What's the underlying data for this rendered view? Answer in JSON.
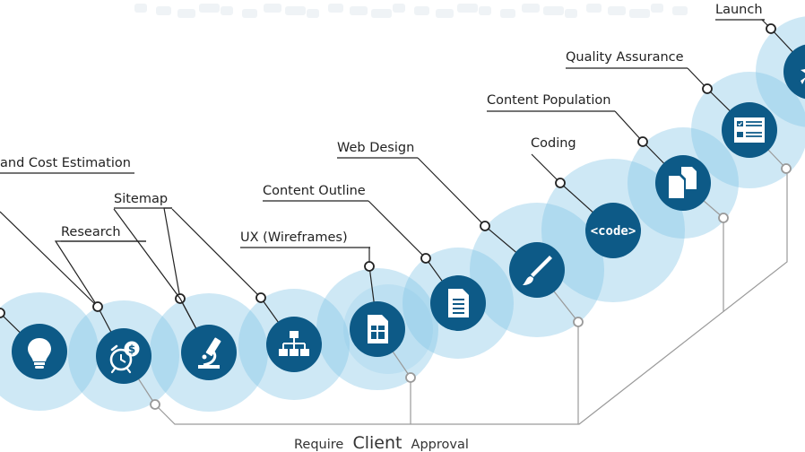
{
  "colors": {
    "node_fill": "#0d5a87",
    "halo_fill": "#7fc3e4",
    "leader_line": "#222222",
    "approval_line": "#9a9a9a",
    "header_text": "#dfe8ee"
  },
  "steps": [
    {
      "label": "and Cost Estimation",
      "icon": "lightbulb-icon"
    },
    {
      "label": "Research",
      "icon": "clock-dollar-icon"
    },
    {
      "label": "Sitemap",
      "icon": "microscope-icon"
    },
    {
      "label": "UX (Wireframes)",
      "icon": "sitemap-icon"
    },
    {
      "label": "Content Outline",
      "icon": "wireframe-document-icon"
    },
    {
      "label": "Web Design",
      "icon": "document-icon"
    },
    {
      "label": "Coding",
      "icon": "paintbrush-icon"
    },
    {
      "label": "Content Population",
      "icon": "code-icon",
      "icon_text": "<code>"
    },
    {
      "label": "Quality Assurance",
      "icon": "copy-documents-icon"
    },
    {
      "label": "Launch",
      "icon": "checklist-icon"
    }
  ],
  "footer": {
    "prefix": "Require",
    "emphasis": "Client",
    "suffix": "Approval"
  }
}
